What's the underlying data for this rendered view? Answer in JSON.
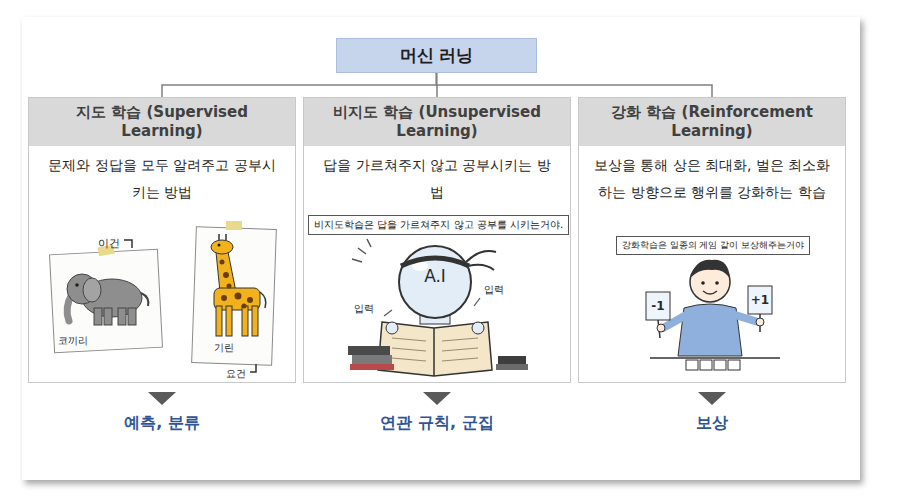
{
  "diagram": {
    "nodes": [
      {
        "text": [
          "머신 러닝"
        ]
      },
      {
        "text": [
          "지도 학습 (Supervised Learning)",
          "문제와 정답을 모두 알려주고 공부시키는 방법"
        ]
      },
      {
        "text": [
          "비지도 학습 (Unsupervised Learning)",
          "답을 가르쳐주지 않고 공부시키는 방법"
        ]
      },
      {
        "text": [
          "강화 학습 (Reinforcement Learning)",
          "보상을 통해 상은 최대화, 벌은 최소화하는 방향으로 행위를 강화하는 학습"
        ]
      },
      {
        "text": [
          "비지도학습은 답을 가르쳐주지 않고 공부를 시키는거야."
        ],
        "in": 2
      },
      {
        "text": [
          "강화학습은 일종의 게임 같이 보상해주는거야"
        ],
        "in": 3
      }
    ],
    "edges": [
      {
        "from": 0,
        "to": 1,
        "arrow": "none"
      },
      {
        "from": 0,
        "to": 2,
        "arrow": "none"
      },
      {
        "from": 0,
        "to": 3,
        "arrow": "none"
      }
    ],
    "labels": [
      "이건",
      "코끼리",
      "기린",
      "요건",
      "입력",
      "A.I",
      "입력",
      "-1",
      "+1",
      "예측, 분류",
      "연관 규칙, 군집",
      "보상"
    ]
  }
}
